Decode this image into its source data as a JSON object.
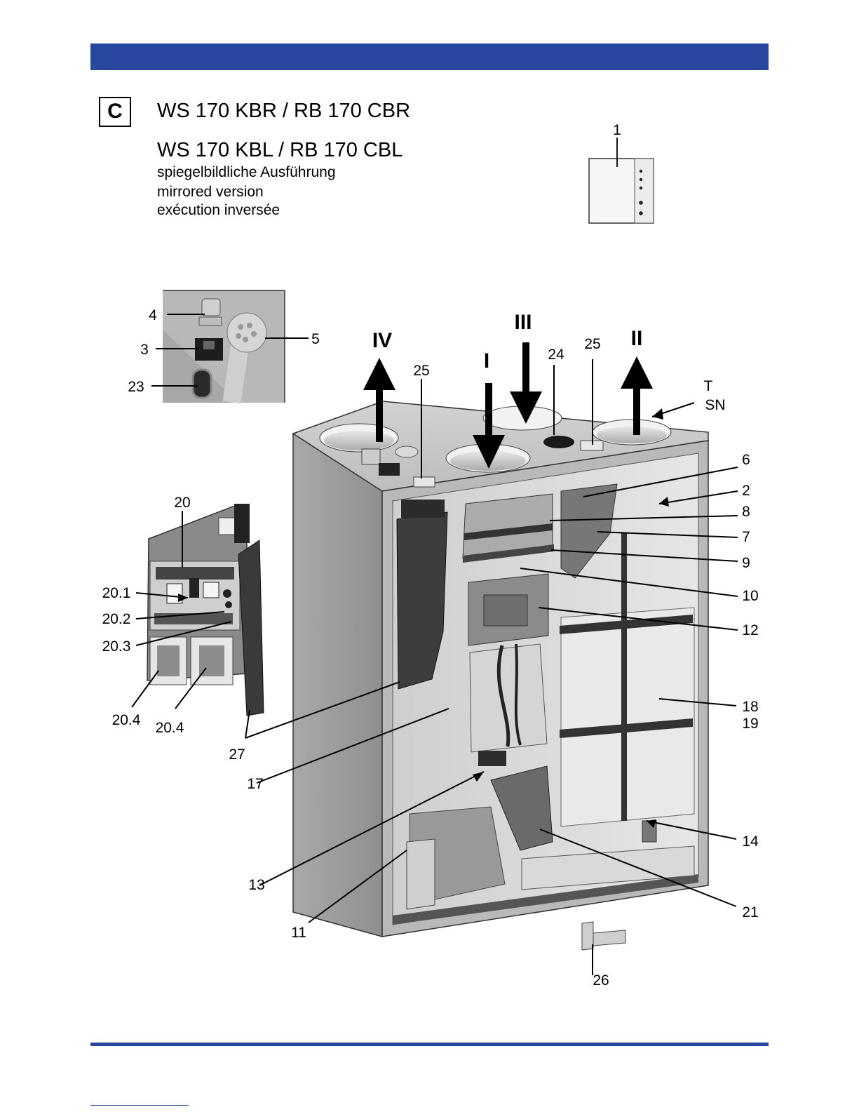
{
  "header": {
    "section_letter": "C",
    "title_line1": "WS 170 KBR / RB 170 CBR",
    "title_line2": "WS 170 KBL / RB 170 CBL",
    "subtitle_de": "spiegelbildliche Ausführung",
    "subtitle_en": "mirrored version",
    "subtitle_fr": "exécution inversée"
  },
  "colors": {
    "accent": "#2747a1"
  },
  "callouts": {
    "c1": "1",
    "c2": "2",
    "c3": "3",
    "c4": "4",
    "c5": "5",
    "c6": "6",
    "c7": "7",
    "c8": "8",
    "c9": "9",
    "c10": "10",
    "c11": "11",
    "c12": "12",
    "c13": "13",
    "c14": "14",
    "c17": "17",
    "c18": "18",
    "c19": "19",
    "c20": "20",
    "c20_1": "20.1",
    "c20_2": "20.2",
    "c20_3": "20.3",
    "c20_4a": "20.4",
    "c20_4b": "20.4",
    "c21": "21",
    "c23": "23",
    "c24": "24",
    "c25a": "25",
    "c25b": "25",
    "c26": "26",
    "c27": "27",
    "cT": "T",
    "cSN": "SN"
  },
  "airflows": {
    "I": "I",
    "II": "II",
    "III": "III",
    "IV": "IV"
  }
}
